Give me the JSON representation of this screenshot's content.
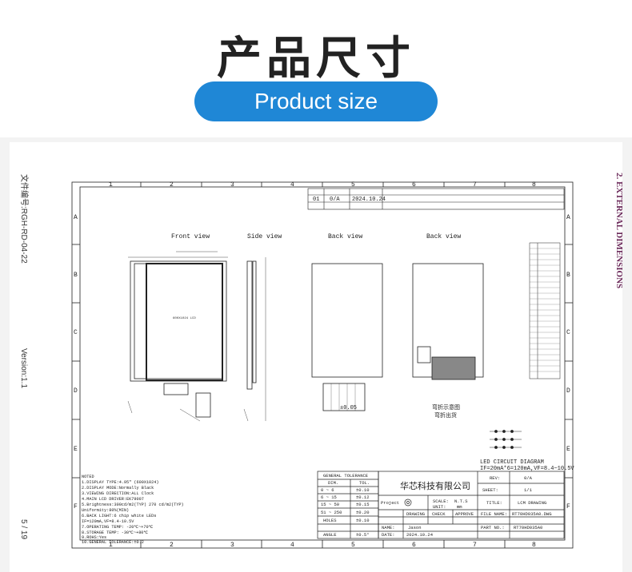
{
  "header": {
    "title_cn": "产品尺寸",
    "subtitle_en": "Product size"
  },
  "margins": {
    "left_file_no": "文件编号:RGH-RD-04-22",
    "left_version": "Version:1.1",
    "left_page": "5 / 19",
    "right_section": "2. EXTERNAL DIMENSIONS"
  },
  "grid": {
    "columns": [
      "1",
      "2",
      "3",
      "4",
      "5",
      "6",
      "7",
      "8"
    ],
    "rows": [
      "A",
      "B",
      "C",
      "D",
      "E",
      "F"
    ]
  },
  "revision": {
    "row": [
      "01",
      "0/A",
      "2024.10.24"
    ]
  },
  "views": {
    "front": "Front view",
    "side": "Side view",
    "back1": "Back view",
    "back2": "Back view"
  },
  "labels": {
    "tolerance_note": "±0.05",
    "bend_cn1": "弯折示意图",
    "bend_cn2": "弯折出货",
    "led_title": "LED CIRCUIT DIAGRAM",
    "led_spec": "IF=20mA*6=120mA,VF=8.4~10.5V"
  },
  "notes": [
    "NOTED",
    "1.DISPLAY TYPE:4.95\" (600X1024)",
    "2.DISPLAY MODE:Normally Black",
    "3.VIEWING DIRECTION:ALL Clock",
    "4.MAIN LCD DRIVER:EK79007",
    "5.Brightness:300cd/m2(TYP) 270 cd/m2(TYP)",
    "  Uniformity:80%(MIN)",
    "6.BACK LIGHT:6 chip white LEDs",
    "IF=120mA,VF=8.4-10.5V",
    "7.OPERATING TEMP: -20℃~+70℃",
    "8.STORAGE TEMP: -30℃~+80℃",
    "9.ROHS:Yes",
    "10.GENERAL TOLERANCE:±0.2"
  ],
  "tolerance": {
    "title": "GENERAL TOLERANCE",
    "headers": [
      "DIM.",
      "TOL."
    ],
    "rows": [
      [
        "0 ~ 6",
        "±0.10"
      ],
      [
        "6 ~ 15",
        "±0.12"
      ],
      [
        "15 ~ 50",
        "±0.15"
      ],
      [
        "51 ~ 250",
        "±0.20"
      ],
      [
        "HOLES",
        "±0.10"
      ],
      [
        "ANGLE",
        "±0.5°"
      ]
    ]
  },
  "titleblock": {
    "company": "华芯科技有限公司",
    "rev_label": "REV:",
    "rev_value": "0/A",
    "sheet_label": "SHEET:",
    "sheet_value": "1/1",
    "project_label": "Project",
    "scale_label": "SCALE:",
    "scale_value": "N.T.S",
    "unit_label": "UNIT:",
    "unit_value": "mm",
    "title_label": "TITLE:",
    "title_value": "LCM DRAWING",
    "drawing_label": "DRAWING",
    "check_label": "CHECK",
    "approve_label": "APPROVE",
    "file_label": "FILE NAME:",
    "file_value": "RT70HD035A0.DWG",
    "name_label": "NAME:",
    "name_value": "Jason",
    "part_label": "PART NO.:",
    "part_value": "RT70HD035A0",
    "date_label": "DATE:",
    "date_value": "2024.10.24"
  }
}
